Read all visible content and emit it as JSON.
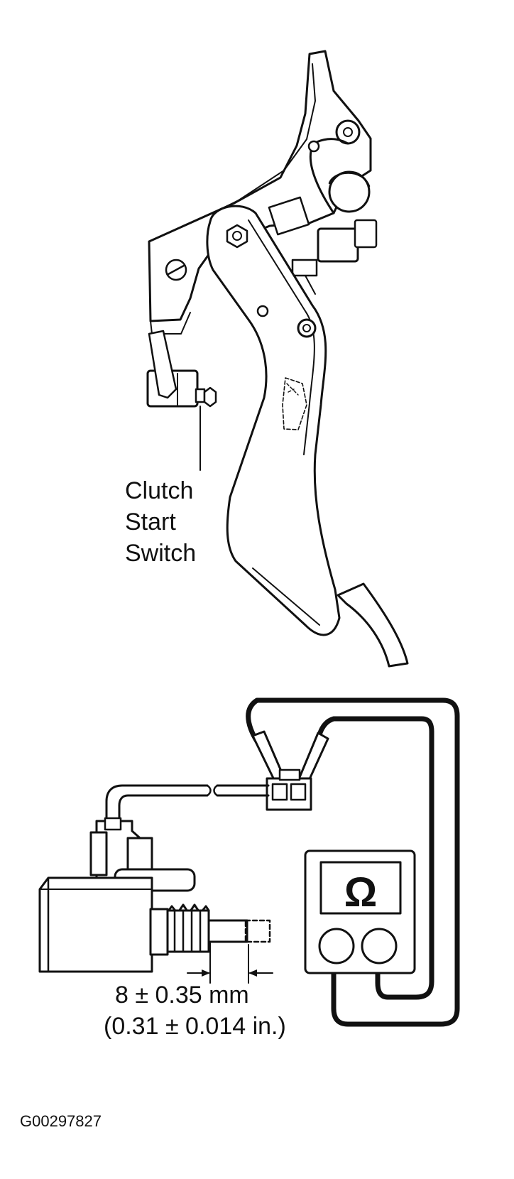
{
  "figure": {
    "switch_label_lines": [
      "Clutch",
      "Start",
      "Switch"
    ],
    "dimension_metric": "8 ± 0.35 mm",
    "dimension_imperial": "(0.31 ± 0.014 in.)",
    "meter_symbol": "Ω",
    "figure_id": "G00297827"
  },
  "colors": {
    "ink": "#111111",
    "paper": "#ffffff"
  }
}
